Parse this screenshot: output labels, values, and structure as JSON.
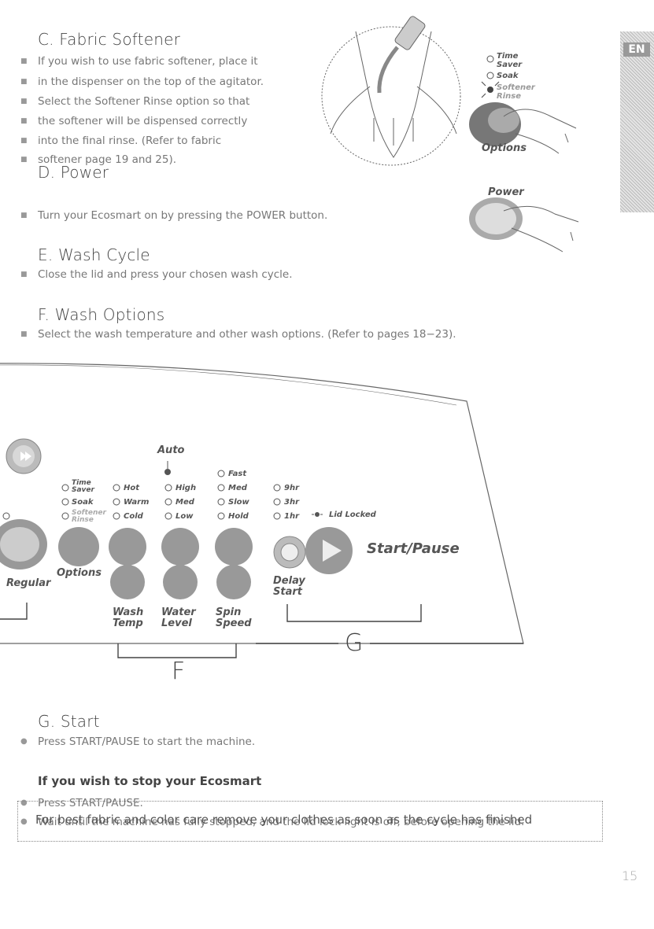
{
  "sections": {
    "c": {
      "title": "C. Fabric Softener",
      "bullets": [
        "If you wish to use fabric softener, place it",
        "in the dispenser on the top of the agitator.",
        "Select the Softener Rinse option so that",
        "the softener will be dispensed correctly",
        "into the final rinse. (Refer to fabric",
        "softener page 19 and 25)."
      ]
    },
    "d": {
      "title": "D. Power",
      "bullet": "Turn your Ecosmart on by pressing the POWER button."
    },
    "e": {
      "title": "E. Wash Cycle",
      "bullet": "Close the lid and press your chosen wash cycle."
    },
    "f": {
      "title": "F. Wash Options",
      "bullet": "Select the wash temperature and other wash options. (Refer to pages 18−23)."
    },
    "g": {
      "title": "G. Start",
      "bullet": "Press START/PAUSE to start the machine."
    },
    "stop": {
      "title": "If you wish to stop your Ecosmart",
      "bullets": [
        "Press START/PAUSE.",
        "Wait until the machine has fully stopped, and the lid lock light is off, before opening the lid."
      ]
    }
  },
  "language_tab": "EN",
  "options_inset": {
    "rows": [
      "Time\nSaver",
      "Soak",
      "Softener\nRinse"
    ],
    "button_label": "Options"
  },
  "power_inset": {
    "label": "Power"
  },
  "panel": {
    "auto": "Auto",
    "options_col": [
      "Time\nSaver",
      "Soak",
      "Softener\nRinse"
    ],
    "temp_col": [
      "Hot",
      "Warm",
      "Cold"
    ],
    "level_col": [
      "High",
      "Med",
      "Low"
    ],
    "spin_col": [
      "Fast",
      "Med",
      "Slow",
      "Hold"
    ],
    "delay_col": [
      "9hr",
      "3hr",
      "1hr"
    ],
    "lid_locked": "Lid Locked",
    "start_pause": "Start/Pause",
    "regular": "Regular",
    "options": "Options",
    "wash_temp": "Wash\nTemp",
    "water_level": "Water\nLevel",
    "spin_speed": "Spin\nSpeed",
    "delay_start": "Delay\nStart",
    "callout_f": "F",
    "callout_g": "G"
  },
  "note": "For best fabric and color care remove  your clothes as soon as the cycle has finished",
  "page_number": "15"
}
